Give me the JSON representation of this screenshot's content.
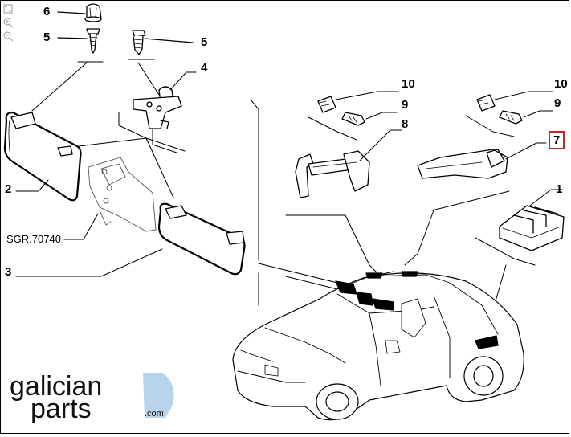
{
  "diagram": {
    "labels": [
      {
        "id": "label-6",
        "text": "6"
      },
      {
        "id": "label-5-left",
        "text": "5"
      },
      {
        "id": "label-5-right",
        "text": "5"
      },
      {
        "id": "label-4",
        "text": "4"
      },
      {
        "id": "label-10-left",
        "text": "10"
      },
      {
        "id": "label-9-left",
        "text": "9"
      },
      {
        "id": "label-8",
        "text": "8"
      },
      {
        "id": "label-10-right",
        "text": "10"
      },
      {
        "id": "label-9-right",
        "text": "9"
      },
      {
        "id": "label-7",
        "text": "7"
      },
      {
        "id": "label-1",
        "text": "1"
      },
      {
        "id": "label-2",
        "text": "2"
      },
      {
        "id": "label-3",
        "text": "3"
      },
      {
        "id": "label-sgr",
        "text": "SGR.70740"
      }
    ],
    "highlight_color": "#cc2222"
  },
  "toolbar": {
    "icons": [
      "fit-page-icon",
      "zoom-in-icon",
      "zoom-out-icon"
    ]
  },
  "logo": {
    "line1": "galician",
    "line2": "parts",
    "suffix": ".com",
    "accent_color": "#b8d4ec"
  }
}
